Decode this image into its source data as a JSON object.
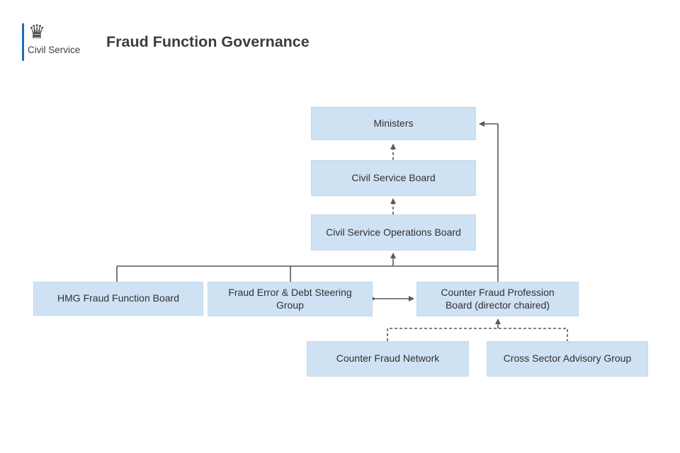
{
  "header": {
    "logo": {
      "text": "Civil Service",
      "crown_glyph": "♛",
      "bar_color": "#1d70b8"
    },
    "title": "Fraud Function Governance"
  },
  "colors": {
    "background": "#ffffff",
    "node_fill": "#cfe2f3",
    "node_border": "#c3d9ec",
    "connector": "#595959",
    "node_text": "#303030",
    "title_text": "#3c3c3c"
  },
  "diagram": {
    "nodes": [
      {
        "id": "ministers",
        "label": "Ministers"
      },
      {
        "id": "civil-service-board",
        "label": "Civil Service Board"
      },
      {
        "id": "civil-service-operations-board",
        "label": "Civil Service Operations Board"
      },
      {
        "id": "hmg-fraud-function-board",
        "label": "HMG Fraud Function Board"
      },
      {
        "id": "fraud-error-debt-steering-group",
        "label": "Fraud Error & Debt Steering Group"
      },
      {
        "id": "counter-fraud-profession-board",
        "label": "Counter Fraud Profession Board (director chaired)"
      },
      {
        "id": "counter-fraud-network",
        "label": "Counter Fraud Network"
      },
      {
        "id": "cross-sector-advisory-group",
        "label": "Cross Sector Advisory Group"
      }
    ],
    "edges": [
      {
        "from": "civil-service-board",
        "to": "ministers",
        "style": "dashed",
        "arrow": "to"
      },
      {
        "from": "civil-service-operations-board",
        "to": "civil-service-board",
        "style": "dashed",
        "arrow": "to"
      },
      {
        "from": "boards-bus",
        "to": "civil-service-operations-board",
        "style": "solid",
        "arrow": "to"
      },
      {
        "from": "hmg-fraud-function-board",
        "to": "boards-bus",
        "style": "solid",
        "arrow": "none"
      },
      {
        "from": "fraud-error-debt-steering-group",
        "to": "boards-bus",
        "style": "solid",
        "arrow": "none"
      },
      {
        "from": "counter-fraud-profession-board",
        "to": "boards-bus",
        "style": "solid",
        "arrow": "none"
      },
      {
        "from": "counter-fraud-profession-board",
        "to": "ministers",
        "style": "solid",
        "arrow": "to"
      },
      {
        "from": "fraud-error-debt-steering-group",
        "to": "counter-fraud-profession-board",
        "style": "solid",
        "arrow": "both"
      },
      {
        "from": "counter-fraud-network",
        "to": "counter-fraud-profession-board",
        "style": "dashed",
        "arrow": "to"
      },
      {
        "from": "cross-sector-advisory-group",
        "to": "counter-fraud-profession-board",
        "style": "dashed",
        "arrow": "to"
      }
    ]
  }
}
